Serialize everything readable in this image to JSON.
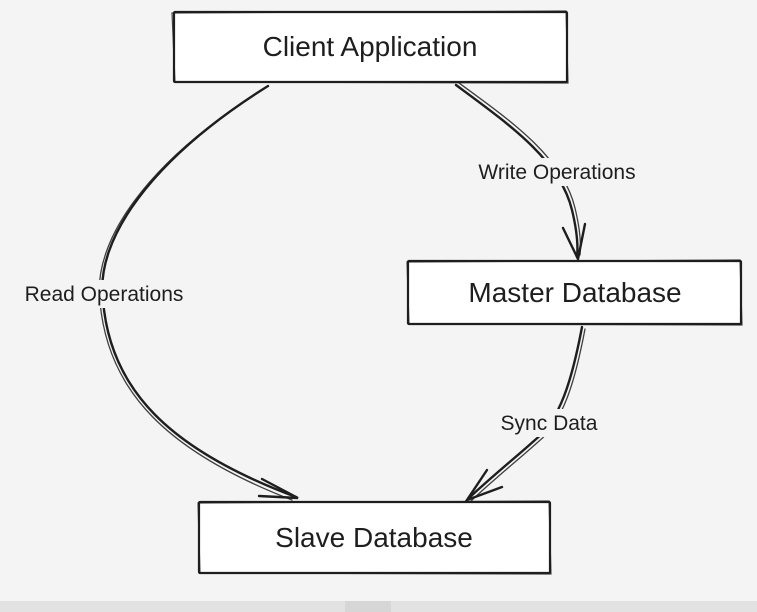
{
  "diagram": {
    "nodes": {
      "client": {
        "label": "Client Application"
      },
      "master": {
        "label": "Master Database"
      },
      "slave": {
        "label": "Slave Database"
      }
    },
    "edges": {
      "write": {
        "label": "Write Operations",
        "from": "Client Application",
        "to": "Master Database"
      },
      "read": {
        "label": "Read Operations",
        "from": "Client Application",
        "to": "Slave Database"
      },
      "sync": {
        "label": "Sync Data",
        "from": "Master Database",
        "to": "Slave Database"
      }
    }
  },
  "colors": {
    "background": "#f4f4f4",
    "stroke": "#1e1e1e",
    "node_fill": "#ffffff"
  }
}
